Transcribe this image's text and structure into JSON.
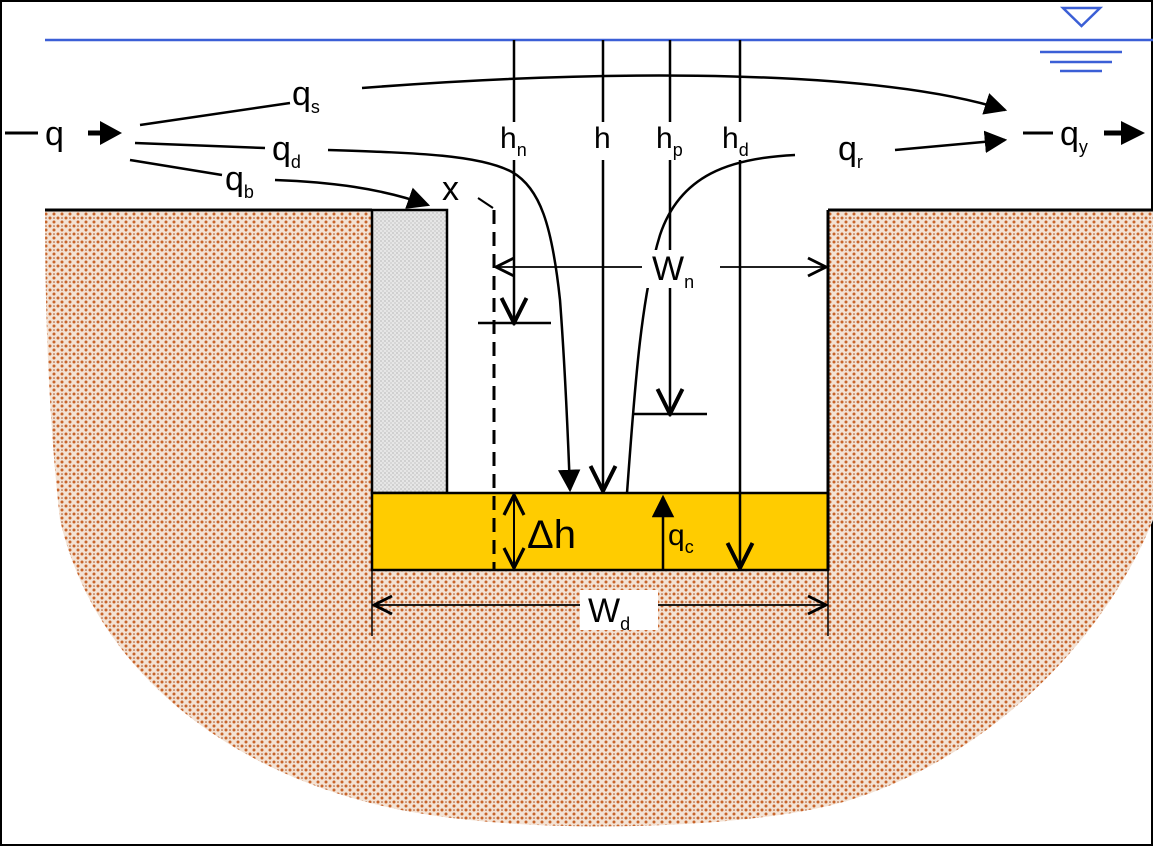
{
  "labels": {
    "q": "q",
    "qs": {
      "base": "q",
      "sub": "s"
    },
    "qd": {
      "base": "q",
      "sub": "d"
    },
    "qb": {
      "base": "q",
      "sub": "b"
    },
    "qr": {
      "base": "q",
      "sub": "r"
    },
    "qy": {
      "base": "q",
      "sub": "y"
    },
    "qc": {
      "base": "q",
      "sub": "c"
    },
    "hn": {
      "base": "h",
      "sub": "n"
    },
    "h": "h",
    "hp": {
      "base": "h",
      "sub": "p"
    },
    "hd": {
      "base": "h",
      "sub": "d"
    },
    "x": "x",
    "wn": {
      "base": "W",
      "sub": "n"
    },
    "wd": {
      "base": "W",
      "sub": "d"
    },
    "dh": "Δh"
  },
  "colors": {
    "water_surface": "#3b5fd6",
    "soil": "#c8642a",
    "soil_bg": "#f3e2d4",
    "deposit": "#ffcc00",
    "wall": "#dcdcdc",
    "line": "#000000"
  },
  "icons": {
    "water_level": "water-level-triangle-icon"
  }
}
